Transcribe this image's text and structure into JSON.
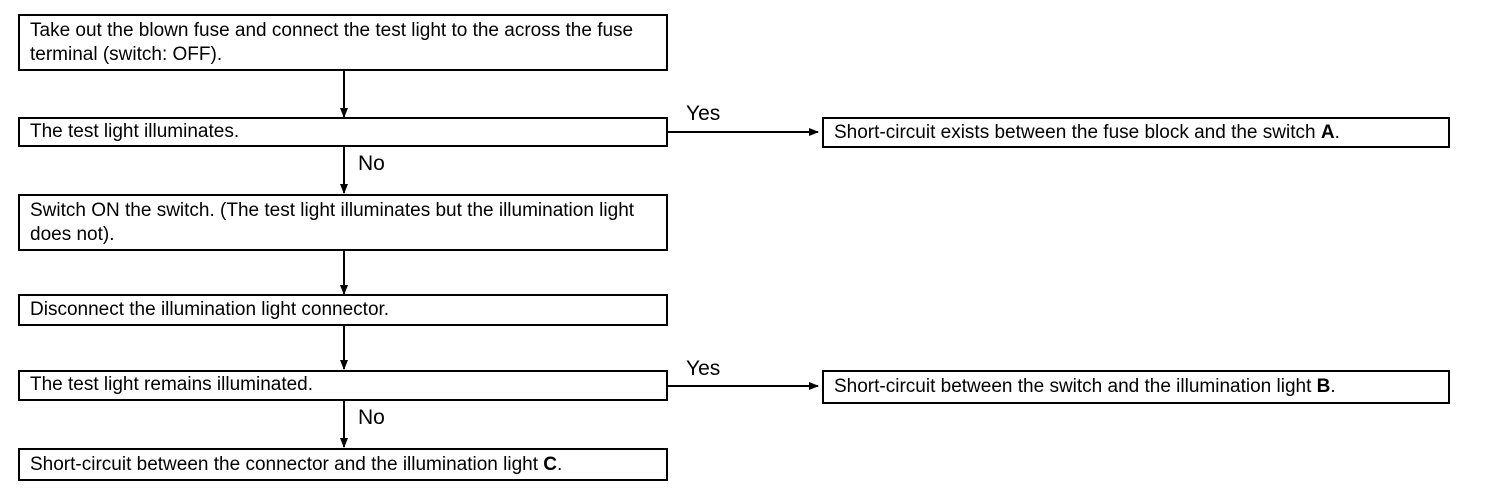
{
  "flowchart": {
    "step1": "Take out the blown fuse and connect the test light to the across the fuse terminal (switch: OFF).",
    "check1": "The test light illuminates.",
    "result_a": {
      "text": "Short-circuit exists between the fuse block and the switch ",
      "letter": "A",
      "end": "."
    },
    "step2": "Switch ON the switch. (The test light illuminates but the illumination light does not).",
    "step3": "Disconnect the illumination light connector.",
    "check2": "The test light remains illuminated.",
    "result_b": {
      "text": "Short-circuit between the switch and the illumination light ",
      "letter": "B",
      "end": "."
    },
    "result_c": {
      "text": "Short-circuit between the connector and the illumination light ",
      "letter": "C",
      "end": "."
    },
    "yes_label": "Yes",
    "no_label": "No"
  }
}
